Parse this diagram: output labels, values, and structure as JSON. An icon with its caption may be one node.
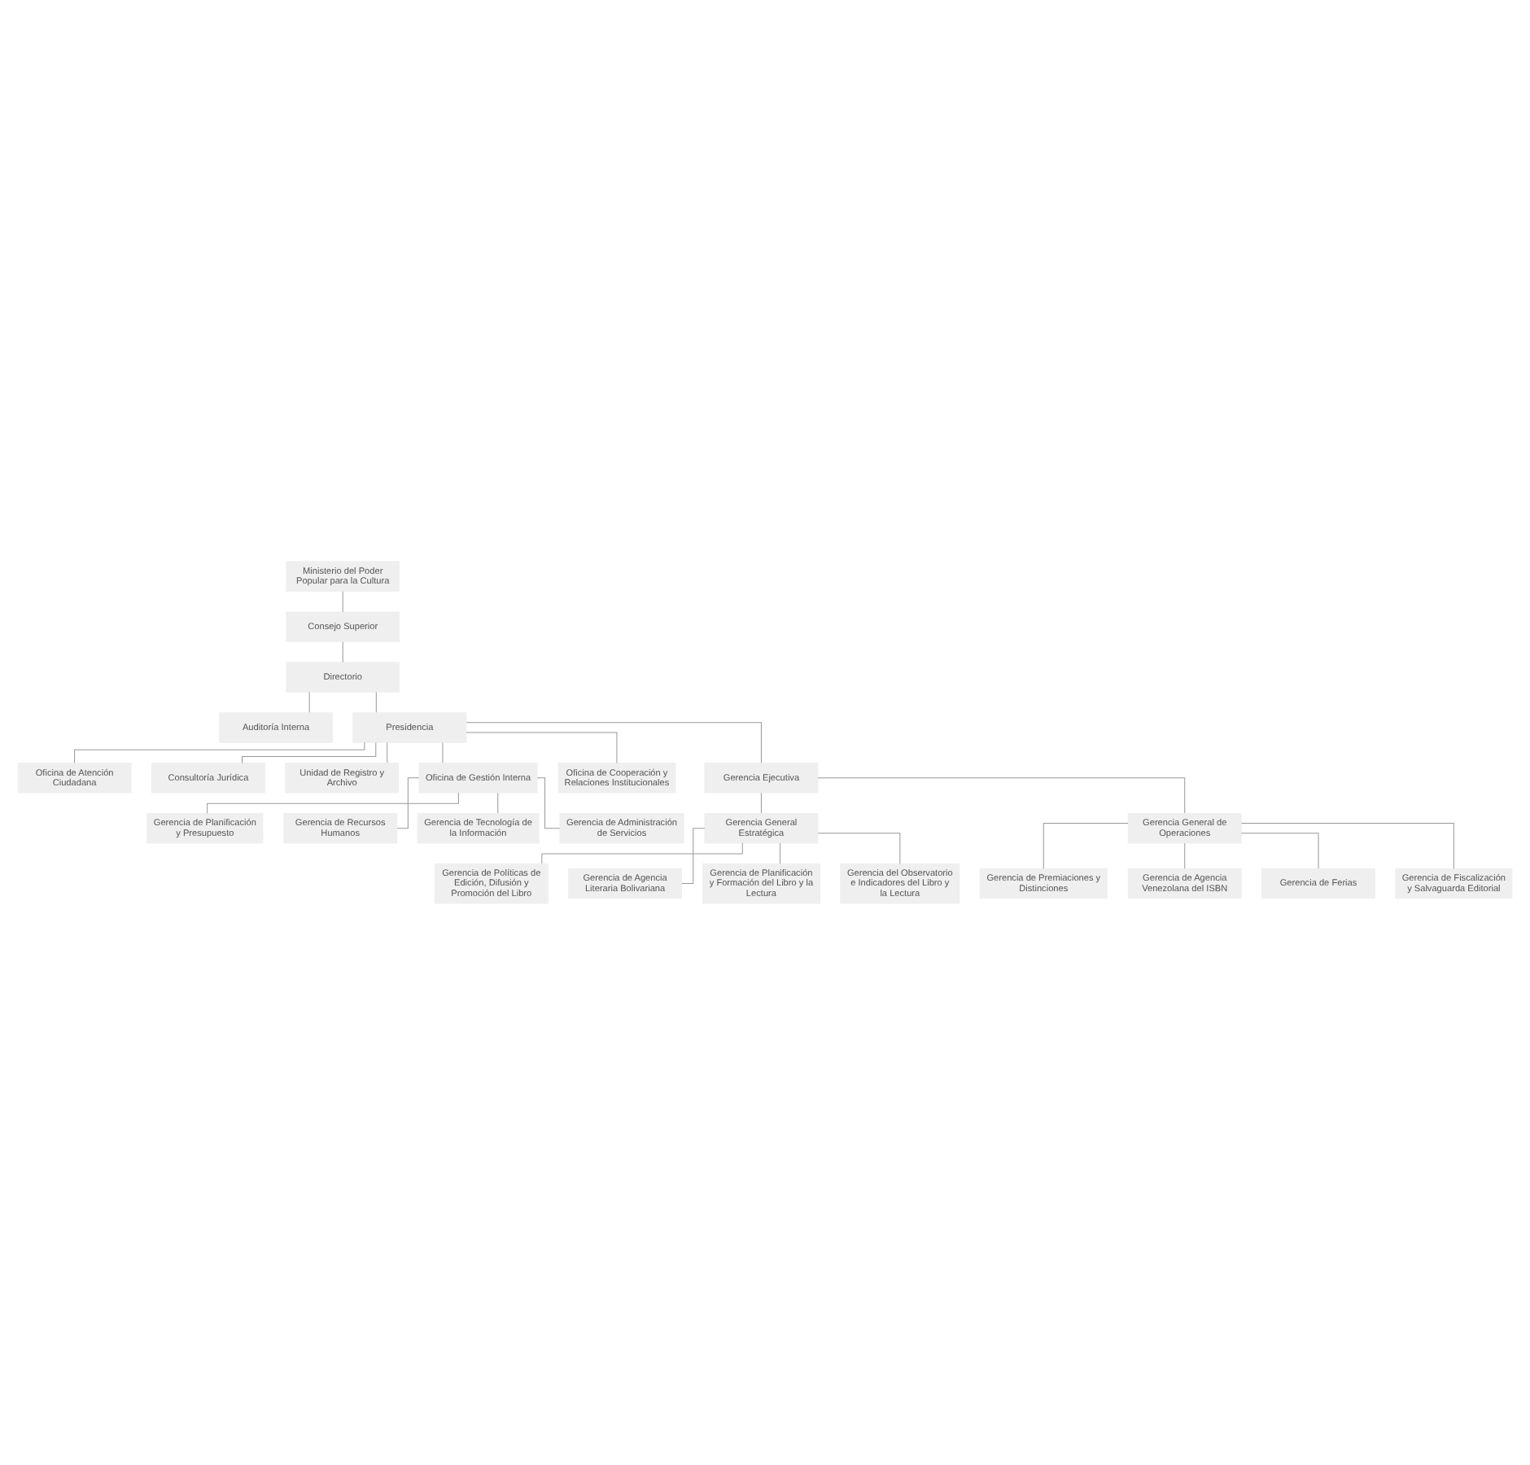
{
  "diagram": {
    "nodes": [
      {
        "text": [
          "Ministerio del Poder Popular para la Cultura"
        ]
      },
      {
        "text": [
          "Consejo Superior"
        ]
      },
      {
        "text": [
          "Directorio"
        ]
      },
      {
        "text": [
          "Auditoría Interna"
        ]
      },
      {
        "text": [
          "Presidencia"
        ]
      },
      {
        "text": [
          "Oficina de Atención Ciudadana"
        ]
      },
      {
        "text": [
          "Consultoría Jurídica"
        ]
      },
      {
        "text": [
          "Unidad de Registro y Archivo"
        ]
      },
      {
        "text": [
          "Oficina de Gestión Interna"
        ]
      },
      {
        "text": [
          "Oficina de Cooperación y Relaciones Institucionales"
        ]
      },
      {
        "text": [
          "Gerencia de Planificación y Presupuesto"
        ]
      },
      {
        "text": [
          "Gerencia de Recursos Humanos"
        ]
      },
      {
        "text": [
          "Gerencia de Tecnología de la Información"
        ]
      },
      {
        "text": [
          "Gerencia de Administración de Servicios"
        ]
      },
      {
        "text": [
          "Gerencia Ejecutiva"
        ]
      },
      {
        "text": [
          "Gerencia General Estratégica"
        ]
      },
      {
        "text": [
          "Gerencia General de Operaciones"
        ]
      },
      {
        "text": [
          "Gerencia de Políticas de Edición, Difusión y Promoción del Libro"
        ]
      },
      {
        "text": [
          "Gerencia de Agencia Literaria Bolivariana"
        ]
      },
      {
        "text": [
          "Gerencia de Premiaciones y Distinciones"
        ]
      },
      {
        "text": [
          "Gerencia de Agencia Venezolana del ISBN"
        ]
      },
      {
        "text": [
          "Gerencia de Planificación y Formación del Libro y la Lectura"
        ]
      },
      {
        "text": [
          "Gerencia del Observatorio e Indicadores del Libro y la Lectura"
        ]
      },
      {
        "text": [
          "Gerencia de Ferias"
        ]
      },
      {
        "text": [
          "Gerencia de Fiscalización y Salvaguarda Editorial"
        ]
      }
    ],
    "edges": [
      {
        "from": 0,
        "to": 1,
        "arrow": "none"
      },
      {
        "from": 1,
        "to": 2,
        "arrow": "none"
      },
      {
        "from": 2,
        "to": 4,
        "arrow": "none"
      },
      {
        "from": 2,
        "to": 3,
        "arrow": "none"
      },
      {
        "from": 4,
        "to": 5,
        "arrow": "none"
      },
      {
        "from": 4,
        "to": 6,
        "arrow": "none"
      },
      {
        "from": 4,
        "to": 7,
        "arrow": "none"
      },
      {
        "from": 4,
        "to": 8,
        "arrow": "none"
      },
      {
        "from": 4,
        "to": 9,
        "arrow": "none"
      },
      {
        "from": 8,
        "to": 10,
        "arrow": "none"
      },
      {
        "from": 8,
        "to": 11,
        "arrow": "none"
      },
      {
        "from": 8,
        "to": 12,
        "arrow": "none"
      },
      {
        "from": 8,
        "to": 13,
        "arrow": "none"
      },
      {
        "from": 4,
        "to": 14,
        "arrow": "none"
      },
      {
        "from": 14,
        "to": 15,
        "arrow": "none"
      },
      {
        "from": 14,
        "to": 16,
        "arrow": "none"
      },
      {
        "from": 15,
        "to": 17,
        "arrow": "none"
      },
      {
        "from": 15,
        "to": 18,
        "arrow": "none"
      },
      {
        "from": 15,
        "to": 21,
        "arrow": "none"
      },
      {
        "from": 15,
        "to": 22,
        "arrow": "none"
      },
      {
        "from": 16,
        "to": 19,
        "arrow": "none"
      },
      {
        "from": 16,
        "to": 20,
        "arrow": "none"
      },
      {
        "from": 16,
        "to": 23,
        "arrow": "none"
      },
      {
        "from": 16,
        "to": 24,
        "arrow": "none"
      }
    ]
  }
}
